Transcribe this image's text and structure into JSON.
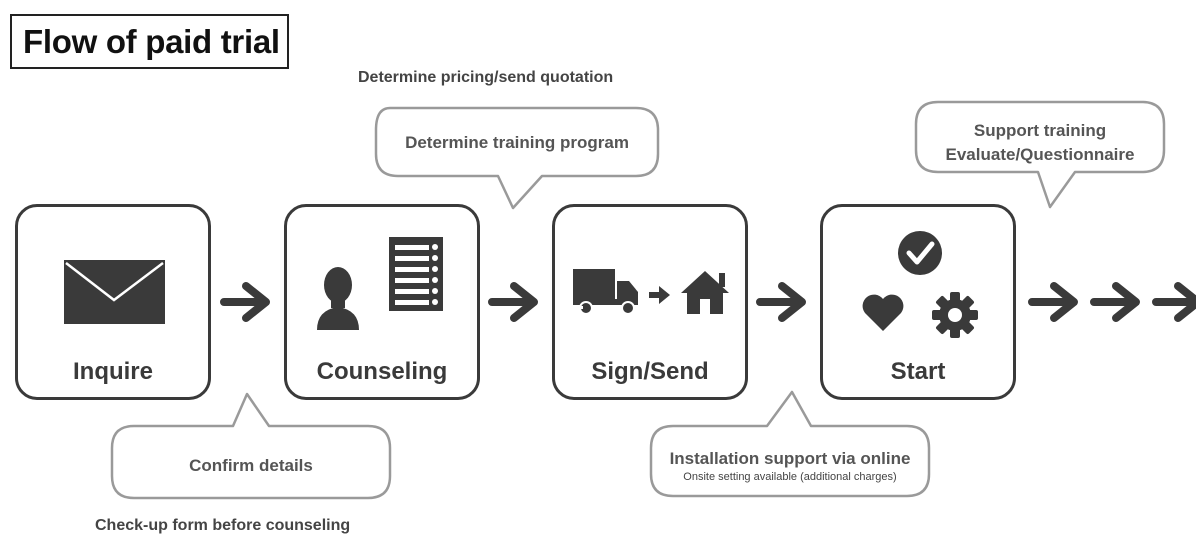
{
  "title": "Flow of paid trial",
  "steps": [
    {
      "label": "Inquire",
      "icon": "envelope-icon"
    },
    {
      "label": "Counseling",
      "icon": "person-checklist-icon"
    },
    {
      "label": "Sign/Send",
      "icon": "truck-to-house-icon"
    },
    {
      "label": "Start",
      "icon": "check-heart-gear-icon"
    }
  ],
  "notes": {
    "pricing": "Determine pricing/send quotation",
    "checkup": "Check-up form before counseling"
  },
  "callouts": {
    "training_program": "Determine training program",
    "confirm": "Confirm details",
    "install_main": "Installation support via online",
    "install_sub": "Onsite setting available (additional charges)",
    "support_line1": "Support training",
    "support_line2": "Evaluate/Questionnaire"
  },
  "colors": {
    "box_stroke": "#3a3a3a",
    "callout_stroke": "#9a9a9a",
    "icon_fill": "#3a3a3a",
    "text": "#555555"
  }
}
